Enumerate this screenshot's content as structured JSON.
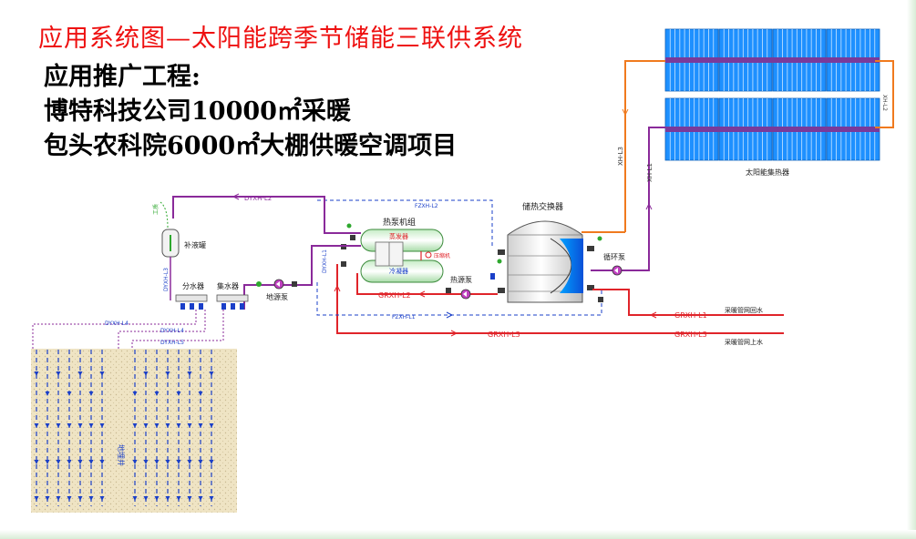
{
  "title": "应用系统图—太阳能跨季节储能三联供系统",
  "subtitle_lines": [
    "应用推广工程:",
    "博特科技公司10000㎡采暖",
    "包头农科院6000㎡大棚供暖空调项目"
  ],
  "labels": {
    "solar_collector": "太阳能集热器",
    "storage_exchanger": "储热交换器",
    "circulation_pump": "循环泵",
    "heat_pump_unit": "热泵机组",
    "evaporator": "蒸发器",
    "condenser": "冷凝器",
    "compressor": "压缩机",
    "heat_source_pump": "热源泵",
    "ground_source_pump": "地源泵",
    "expansion_tank": "补液罐",
    "water_source": "工质",
    "distributor": "分水器",
    "collector": "集水器",
    "boreholes": "地埋井",
    "heating_return": "采暖管网回水",
    "heating_supply": "采暖管网上水"
  },
  "pipes": {
    "dyxh_l2": "DYXH-L2",
    "dyxh_l1": "DYXH-L1",
    "dyxh_l3": "DYXH-L3",
    "dyxh_l4": "DYXH-L4",
    "dyxh_l5": "DYXH-L5",
    "fzxh_l1": "FZXH-L1",
    "fzxh_l2": "FZXH-L2",
    "grxh_l1": "GRXH-L1",
    "grxh_l2": "GRXH-L2",
    "grxh_l3": "GRXH-L3",
    "xh_l1": "XH-L1",
    "xh_l2": "XH-L2",
    "xh_l3": "XH-L3"
  },
  "colors": {
    "title": "#ee1111",
    "hot_pipe": "#e0242a",
    "solar_pipe": "#f07a1e",
    "ground_pipe": "#8a2a9a",
    "aux_pipe": "#1a3fc8",
    "solar_panel": "#1e90ff",
    "soil": "#efe4c4"
  }
}
